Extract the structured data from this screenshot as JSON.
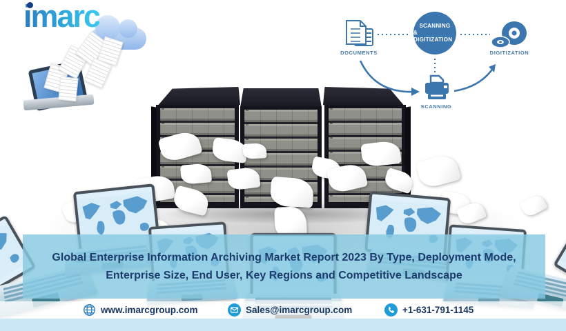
{
  "brand": {
    "name": "imarc"
  },
  "process_diagram": {
    "documents_label": "DOCUMENTS",
    "hub_line1": "SCANNING",
    "hub_line2": "& DIGITIZATION",
    "digitization_label": "DIGITIZATION",
    "scanning_label": "SCANNING"
  },
  "title_banner": {
    "text": "Global Enterprise Information Archiving Market Report 2023 By Type, Deployment Mode, Enterprise Size, End User, Key Regions and Competitive Landscape"
  },
  "contact_bar": {
    "website": "www.imarcgroup.com",
    "email": "Sales@imarcgroup.com",
    "phone": "+1-631-791-1145"
  },
  "colors": {
    "diagram_blue": "#3c76ae",
    "contact_icon_blue": "#1e9cd8",
    "title_navy": "#1d3c6d",
    "band_blue": "#86c9e2",
    "bottom_strip_blue": "#cbe7f5",
    "logo_gradient_start": "#2c7cc2",
    "logo_gradient_end": "#38c9f0"
  }
}
